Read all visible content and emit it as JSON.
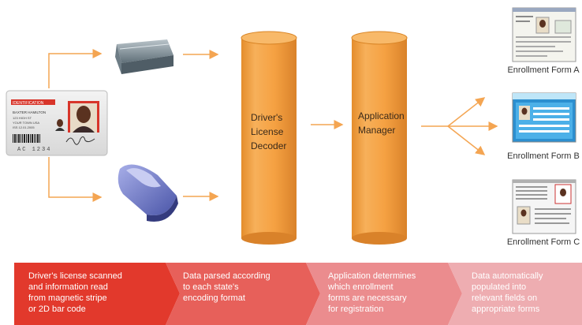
{
  "decoder": {
    "label": "Driver's\nLicense\nDecoder"
  },
  "manager": {
    "label": "Application\nManager"
  },
  "id_card": {
    "header": "IDENTIFICATION",
    "name": "BAXTER HAMILTON",
    "line2": "123 HIGH ST",
    "line3": "YOUR TOWN USA",
    "line4": "ISS 12.01.2005",
    "number": "AC 1234"
  },
  "forms": [
    {
      "label": "Enrollment Form A"
    },
    {
      "label": "Enrollment Form B"
    },
    {
      "label": "Enrollment Form C"
    }
  ],
  "steps": [
    {
      "text": "Driver's license scanned\nand information read\nfrom magnetic stripe\nor 2D bar code",
      "color": "#e2392c"
    },
    {
      "text": "Data parsed according\nto each state's\nencoding format",
      "color": "#e7605a"
    },
    {
      "text": "Application determines\nwhich enrollment\nforms are necessary\nfor registration",
      "color": "#eb8c8e"
    },
    {
      "text": "Data automatically\npopulated into\nrelevant fields on\nappropriate forms",
      "color": "#eeadb1"
    }
  ],
  "colors": {
    "arrow": "#f4a552",
    "cylinder": "#f5a346",
    "cylinder_dark": "#d98526"
  }
}
